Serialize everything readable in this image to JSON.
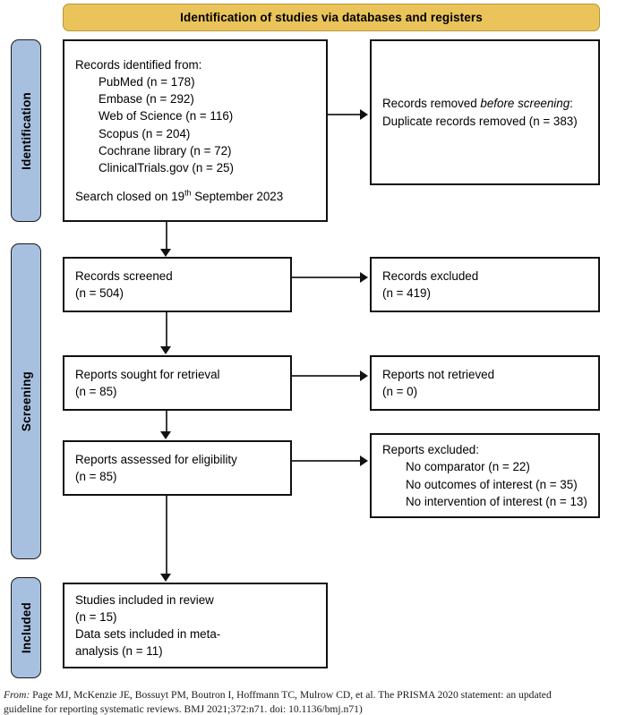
{
  "banner": {
    "title": "Identification of studies via databases and registers",
    "color": "#EAC35A"
  },
  "stages": {
    "identification": "Identification",
    "screening": "Screening",
    "included": "Included",
    "color": "#A8C0E0"
  },
  "boxes": {
    "identified": {
      "heading": "Records identified from:",
      "sources": [
        "PubMed (n = 178)",
        "Embase (n = 292)",
        "Web of Science (n = 116)",
        "Scopus (n = 204)",
        "Cochrane library (n = 72)",
        "ClinicalTrials.gov (n = 25)"
      ],
      "search_closed_prefix": "Search closed on 19",
      "search_closed_sup": "th",
      "search_closed_suffix": " September 2023"
    },
    "removed": {
      "line1_plain": "Records removed ",
      "line1_italic": "before screening",
      "line1_tail": ":",
      "line2": "Duplicate records removed (n = 383)"
    },
    "screened": {
      "label": "Records screened",
      "count": "(n = 504)"
    },
    "excluded": {
      "label": "Records excluded",
      "count": "(n = 419)"
    },
    "sought": {
      "label": "Reports sought for retrieval",
      "count": "(n = 85)"
    },
    "not_retrieved": {
      "label": "Reports not retrieved",
      "count": "(n = 0)"
    },
    "assessed": {
      "label": "Reports assessed for eligibility",
      "count": "(n = 85)"
    },
    "reports_excluded": {
      "heading": "Reports excluded:",
      "reasons": [
        "No comparator (n = 22)",
        "No outcomes of interest (n = 35)",
        "No intervention of interest (n = 13)"
      ]
    },
    "included": {
      "line1": "Studies included in review",
      "line2": "(n = 15)",
      "line3": "Data sets included in meta-",
      "line4": "analysis (n = 11)"
    }
  },
  "footer": {
    "from_label": "From:",
    "citation_line1": "  Page MJ, McKenzie JE, Bossuyt PM, Boutron I, Hoffmann TC, Mulrow CD, et al. The PRISMA 2020 statement: an updated",
    "citation_line2": "guideline for reporting systematic reviews. BMJ 2021;372:n71. doi: 10.1136/bmj.n71)"
  }
}
